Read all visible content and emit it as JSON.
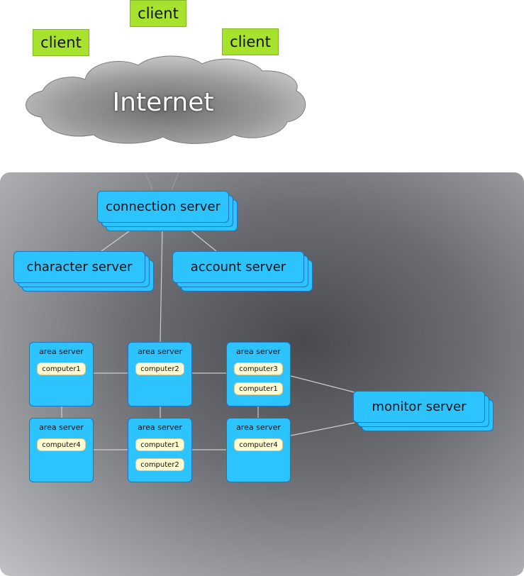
{
  "clients": [
    {
      "label": "client"
    },
    {
      "label": "client"
    },
    {
      "label": "client"
    }
  ],
  "internet": {
    "label": "Internet"
  },
  "servers": {
    "connection": {
      "label": "connection  server"
    },
    "character": {
      "label": "character  server"
    },
    "account": {
      "label": "account  server"
    },
    "monitor": {
      "label": "monitor  server"
    }
  },
  "area_servers": [
    {
      "label": "area  server",
      "computers": [
        "computer1"
      ]
    },
    {
      "label": "area  server",
      "computers": [
        "computer2"
      ]
    },
    {
      "label": "area  server",
      "computers": [
        "computer3",
        "computer1"
      ]
    },
    {
      "label": "area  server",
      "computers": [
        "computer4"
      ]
    },
    {
      "label": "area  server",
      "computers": [
        "computer1",
        "computer2"
      ]
    },
    {
      "label": "area  server",
      "computers": [
        "computer4"
      ]
    }
  ],
  "colors": {
    "client_fill": "#a6e22e",
    "server_fill": "#2dc3ff",
    "server_border": "#1876c4",
    "computer_fill": "#fffbd2",
    "panel_dark": "#484a4f",
    "panel_light": "#c0c1c4"
  }
}
